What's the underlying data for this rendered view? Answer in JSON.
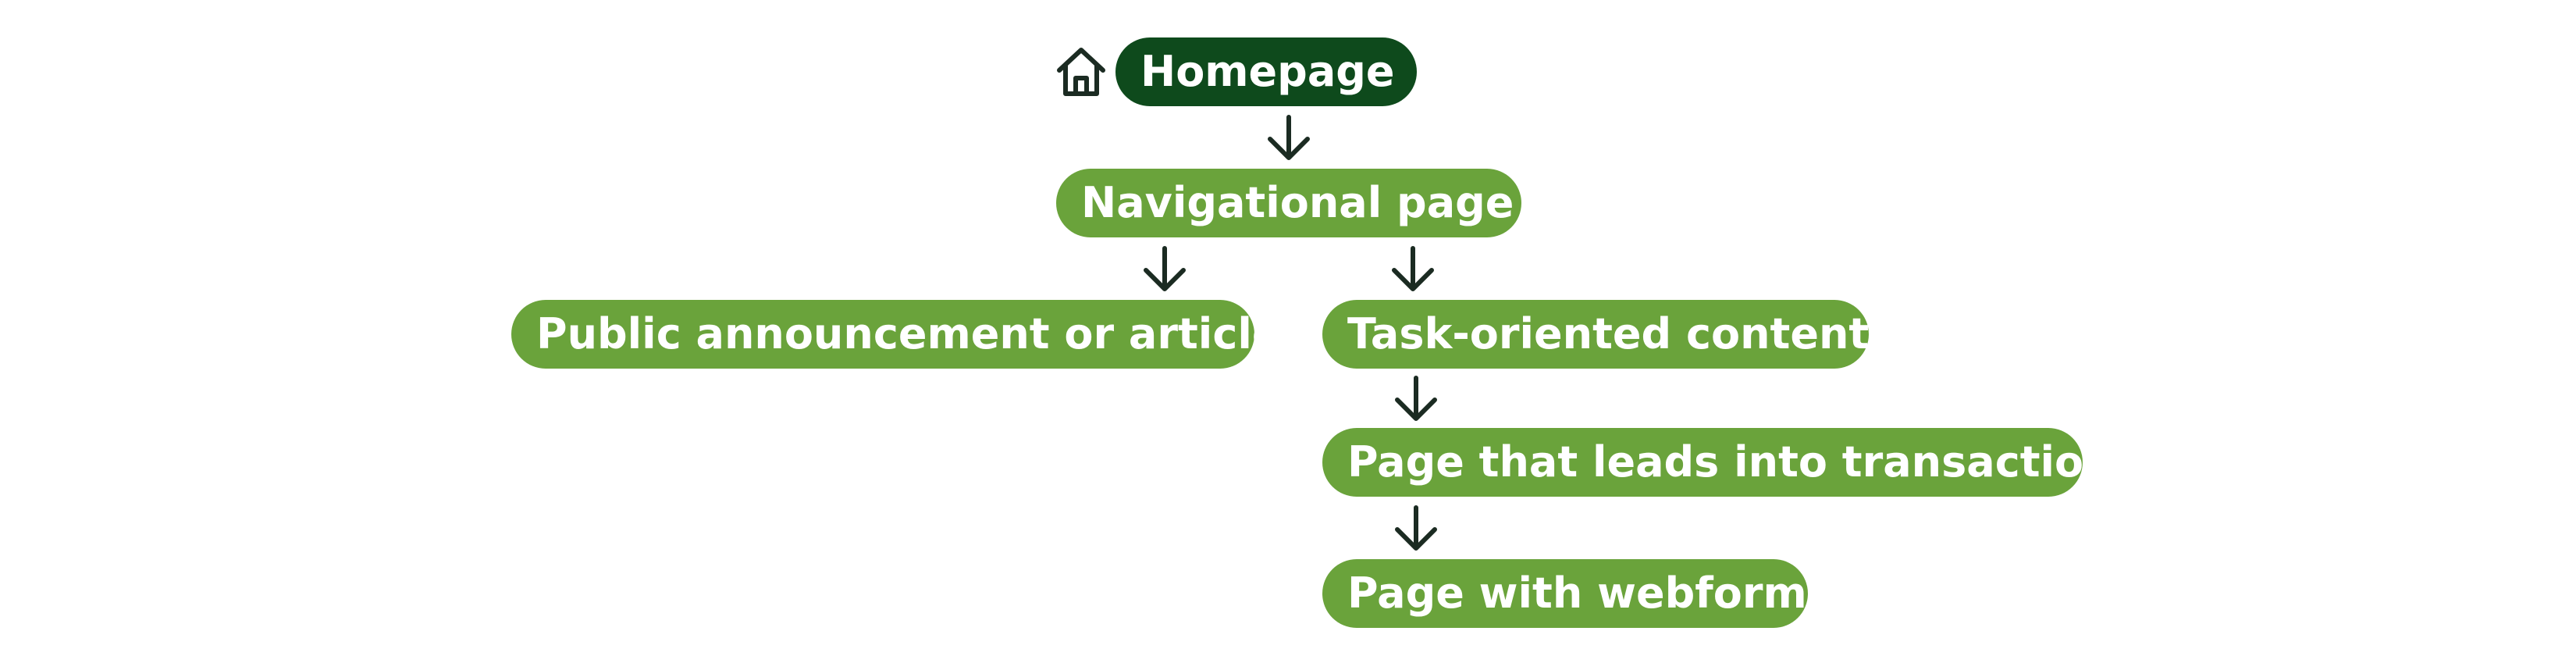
{
  "diagram": {
    "nodes": {
      "homepage": {
        "label": "Homepage"
      },
      "navigational": {
        "label": "Navigational page"
      },
      "announcement": {
        "label": "Public announcement or article"
      },
      "task": {
        "label": "Task-oriented content"
      },
      "transaction": {
        "label": "Page that leads into transaction"
      },
      "webform": {
        "label": "Page with webform"
      }
    },
    "edges": [
      {
        "from": "Homepage",
        "to": "Navigational page"
      },
      {
        "from": "Navigational page",
        "to": "Public announcement or article"
      },
      {
        "from": "Navigational page",
        "to": "Task-oriented content"
      },
      {
        "from": "Task-oriented content",
        "to": "Page that leads into transaction"
      },
      {
        "from": "Page that leads into transaction",
        "to": "Page with webform"
      }
    ],
    "colors": {
      "homepage_fill": "#0e4a1c",
      "node_fill": "#6aa33b",
      "text": "#ffffff",
      "arrow": "#1b2b22"
    },
    "home_icon": "house-icon"
  }
}
